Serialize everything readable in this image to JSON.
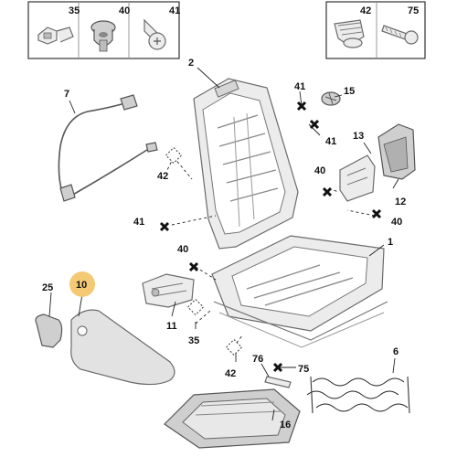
{
  "header_boxes": {
    "left": [
      "35",
      "40",
      "41"
    ],
    "right": [
      "42",
      "75"
    ]
  },
  "labels": {
    "part_2": "2",
    "part_7": "7",
    "part_41_a": "41",
    "part_15": "15",
    "part_41_b": "41",
    "part_13": "13",
    "part_42_a": "42",
    "part_40_a": "40",
    "part_12": "12",
    "part_41_c": "41",
    "part_40_b": "40",
    "part_1": "1",
    "part_40_c": "40",
    "part_25": "25",
    "part_10": "10",
    "part_11": "11",
    "part_35": "35",
    "part_76": "76",
    "part_75": "75",
    "part_6": "6",
    "part_42_b": "42",
    "part_16": "16"
  },
  "highlight_label": "10",
  "colors": {
    "highlight": "#f3c974",
    "header_divider": "#9a9a9a",
    "line": "#222222"
  },
  "icons": [
    "clip-35-icon",
    "stud-40-icon",
    "screw-41-icon",
    "plug-42-icon",
    "bolt-75-icon",
    "x-marker-icon"
  ]
}
